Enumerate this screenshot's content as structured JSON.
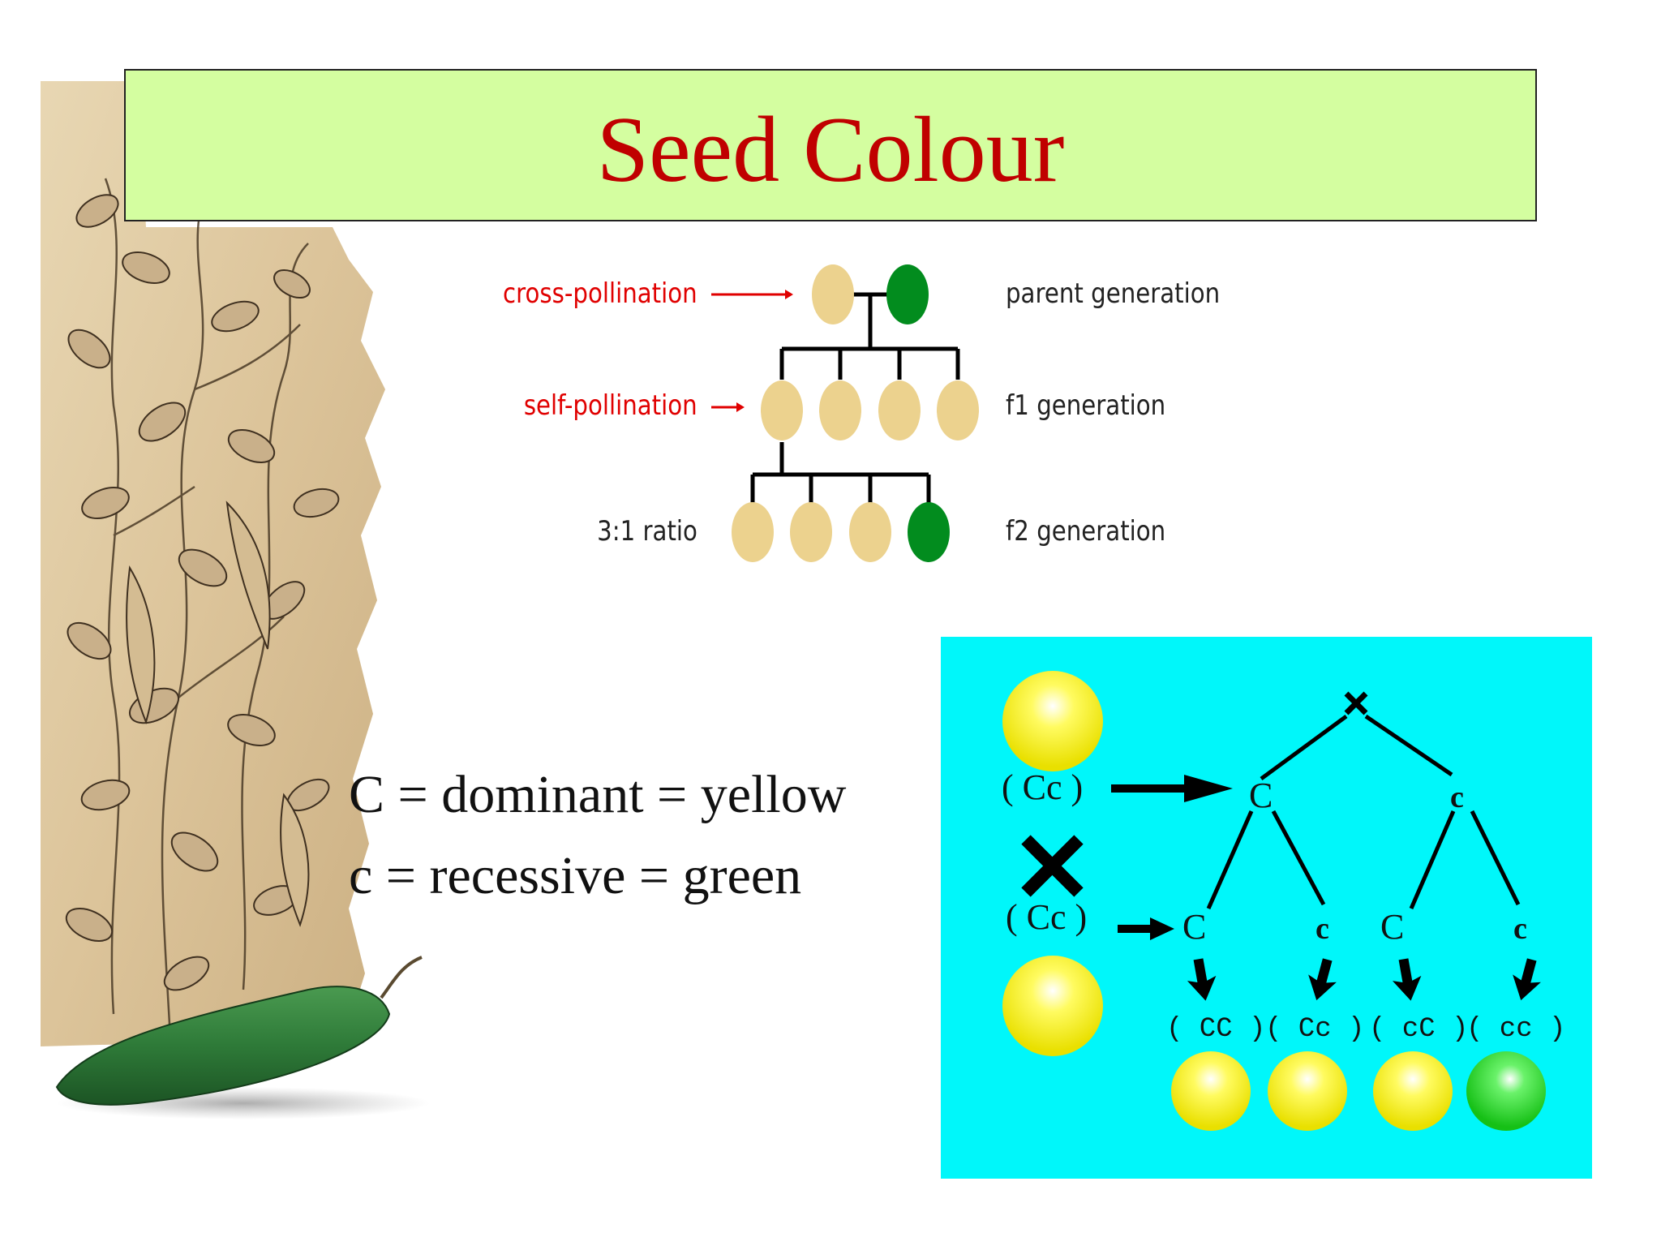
{
  "slide": {
    "title": "Seed Colour"
  },
  "generation_diagram": {
    "left_labels": [
      "cross-pollination",
      "self-pollination",
      "3:1 ratio"
    ],
    "right_labels": [
      "parent generation",
      "f1 generation",
      "f2 generation"
    ],
    "parent_seeds": [
      "yellow",
      "green"
    ],
    "f1_seeds": [
      "yellow",
      "yellow",
      "yellow",
      "yellow"
    ],
    "f2_seeds": [
      "yellow",
      "yellow",
      "yellow",
      "green"
    ],
    "colors": {
      "yellow": "#ecd28e",
      "green": "#028c1e",
      "label_red": "#e00000"
    }
  },
  "legend": {
    "dominant": "C = dominant = yellow",
    "recessive": "c = recessive = green"
  },
  "punnett": {
    "background": "#00f7fa",
    "parent_1": "( Cc )",
    "parent_2": "( Cc )",
    "gamete_top_left": "C",
    "gamete_top_right": "c",
    "gametes_bottom": [
      "C",
      "c",
      "C",
      "c"
    ],
    "offspring_genotypes": [
      "( CC )",
      "( Cc )",
      "( cC )",
      "( cc )"
    ],
    "offspring_colors": [
      "yellow",
      "yellow",
      "yellow",
      "green"
    ]
  }
}
